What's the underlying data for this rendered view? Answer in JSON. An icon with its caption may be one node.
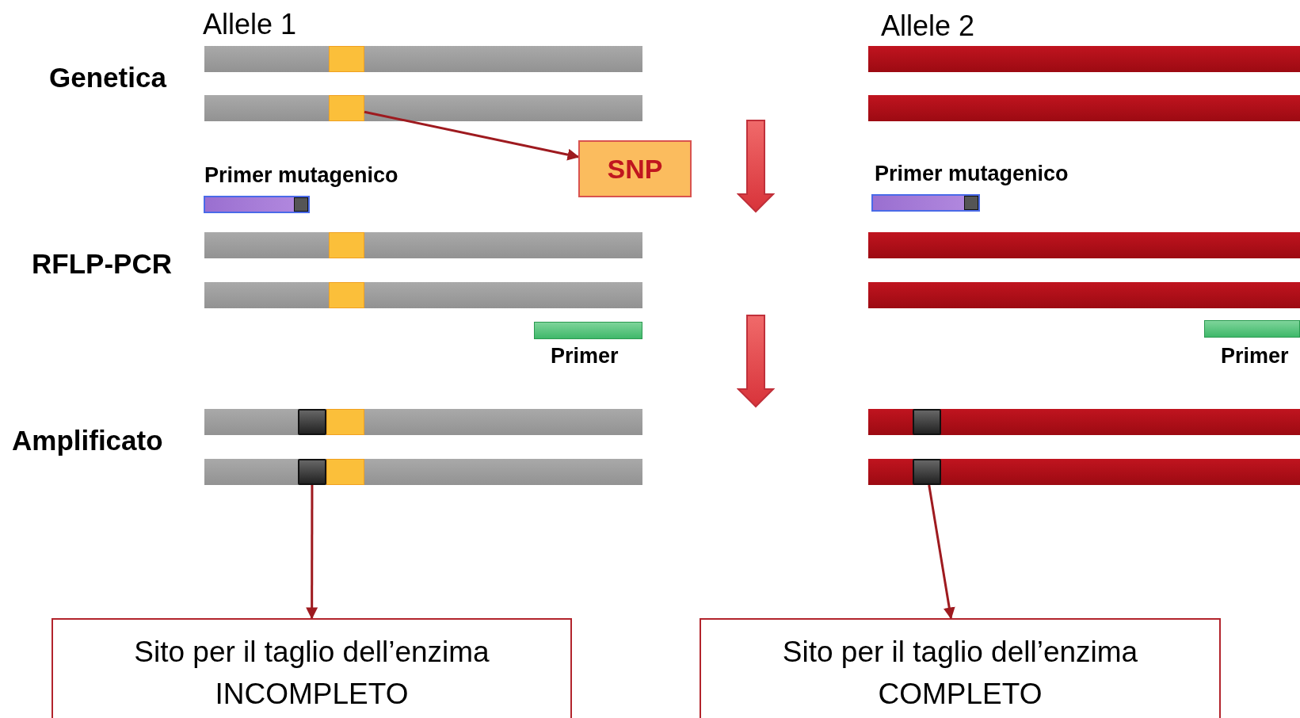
{
  "diagram": {
    "nodes": [
      {
        "text": [],
        "shape": "box"
      },
      {
        "text": [
          "SNP"
        ]
      },
      {
        "text": [],
        "shape": "box"
      },
      {
        "text": [],
        "shape": "box"
      },
      {
        "text": [
          "Sito per il taglio dell’enzima INCOMPLETO"
        ]
      },
      {
        "text": [
          "Sito per il taglio dell’enzima COMPLETO"
        ]
      }
    ],
    "edges": [
      {
        "from": 0,
        "to": 1,
        "arrow": "to"
      },
      {
        "from": 2,
        "to": 4,
        "arrow": "to"
      },
      {
        "from": 3,
        "to": 5,
        "arrow": "to"
      }
    ],
    "labels": [
      "Allele 1",
      "Allele 2",
      "Genetica",
      "Primer mutagenico",
      "Primer mutagenico",
      "RFLP-PCR",
      "Primer",
      "Primer",
      "Amplificato"
    ]
  }
}
